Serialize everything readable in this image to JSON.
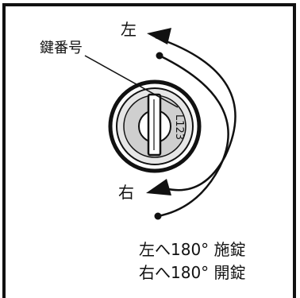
{
  "labels": {
    "left": "左",
    "right": "右",
    "key_number_caption": "鍵番号",
    "key_number_mark": "L123",
    "lock_instruction": "左へ180° 施錠",
    "unlock_instruction": "右へ180° 開錠"
  },
  "colors": {
    "ink": "#111111",
    "frame": "#111111",
    "metal_light": "#e6e6e6",
    "metal_mid": "#cfcfcf",
    "background": "#ffffff"
  }
}
